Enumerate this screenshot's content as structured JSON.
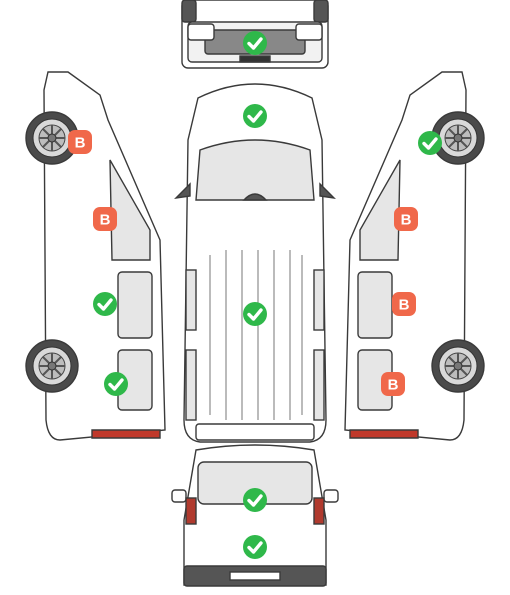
{
  "colors": {
    "check": "#2fb84a",
    "badge": "#f0684a",
    "outline": "#3a3a3a",
    "glass": "#e6e6e6",
    "body": "#ffffff",
    "wheel": "#555555"
  },
  "markers": {
    "front": {
      "type": "check",
      "icon": "check-icon"
    },
    "roof_front": {
      "type": "check",
      "icon": "check-icon"
    },
    "roof_center": {
      "type": "check",
      "icon": "check-icon"
    },
    "left_front_wheel": {
      "type": "badge",
      "label": "B"
    },
    "left_front_door": {
      "type": "badge",
      "label": "B"
    },
    "left_sliding_door": {
      "type": "check",
      "icon": "check-icon"
    },
    "left_rear_panel": {
      "type": "check",
      "icon": "check-icon"
    },
    "right_front_wheel": {
      "type": "check",
      "icon": "check-icon"
    },
    "right_front_door": {
      "type": "badge",
      "label": "B"
    },
    "right_sliding_door": {
      "type": "badge",
      "label": "B"
    },
    "right_rear_panel": {
      "type": "badge",
      "label": "B"
    },
    "rear_window": {
      "type": "check",
      "icon": "check-icon"
    },
    "rear_bumper": {
      "type": "check",
      "icon": "check-icon"
    }
  }
}
